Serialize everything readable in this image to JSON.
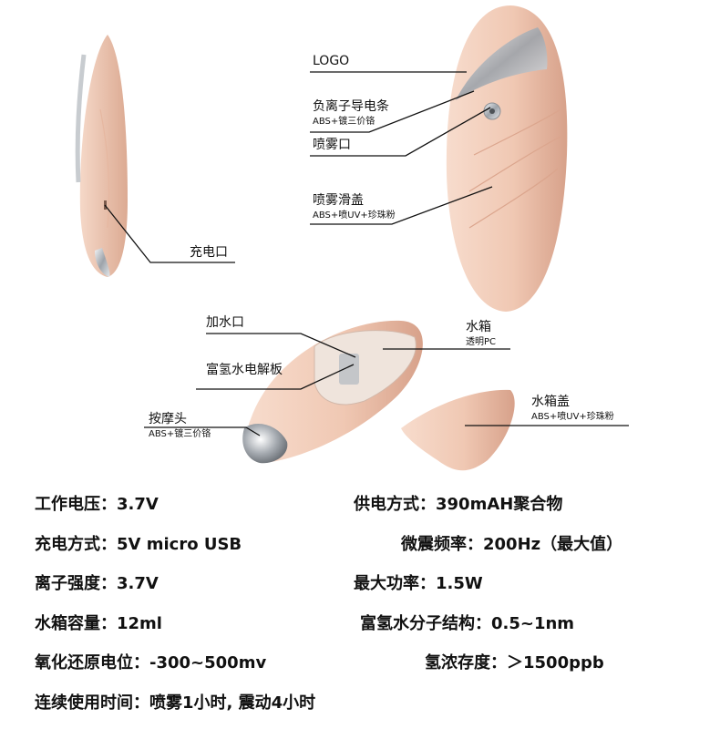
{
  "callouts": {
    "logo": "LOGO",
    "ion_strip": "负离子导电条",
    "ion_strip_material": "ABS+镀三价铬",
    "spray_port": "喷雾口",
    "spray_cover": "喷雾滑盖",
    "spray_cover_material": "ABS+喷UV+珍珠粉",
    "charge_port": "充电口",
    "fill_port": "加水口",
    "hydrogen_board": "富氢水电解板",
    "tank": "水箱",
    "tank_material": "透明PC",
    "tank_cover": "水箱盖",
    "tank_cover_material": "ABS+喷UV+珍珠粉",
    "massage_head": "按摩头",
    "massage_head_material": "ABS+镀三价铬"
  },
  "specs": [
    "工作电压：3.7V",
    "供电方式：390mAH聚合物",
    "充电方式：5V micro USB",
    "微震频率：200Hz（最大值）",
    "离子强度：3.7V",
    "最大功率：1.5W",
    "水箱容量：12ml",
    "富氢水分子结构：0.5~1nm",
    "氧化还原电位：-300~500mv",
    "氢浓存度：＞1500ppb",
    "连续使用时间：喷雾1小时, 震动4小时"
  ],
  "colors": {
    "body": "#f2cdb9",
    "body_shade": "#d9a48c",
    "chrome": "#c8ccd0",
    "tank": "#efe4dc"
  }
}
